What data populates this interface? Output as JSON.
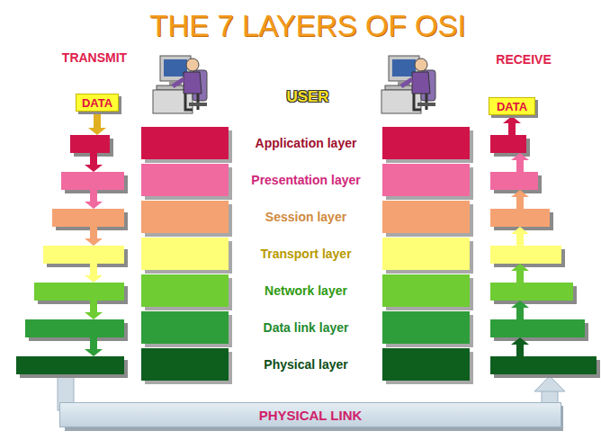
{
  "diagram": {
    "title": "THE 7 LAYERS OF OSI",
    "nodes": [
      {
        "text": [
          "DATA"
        ]
      },
      {
        "text": [
          "DATA"
        ]
      },
      {
        "text": [
          "PHYSICAL LINK"
        ]
      }
    ],
    "labels": [
      "TRANSMIT",
      "RECEIVE",
      "USER",
      "Application layer",
      "Presentation layer",
      "Session layer",
      "Transport layer",
      "Network layer",
      "Data link layer",
      "Physical layer"
    ]
  }
}
